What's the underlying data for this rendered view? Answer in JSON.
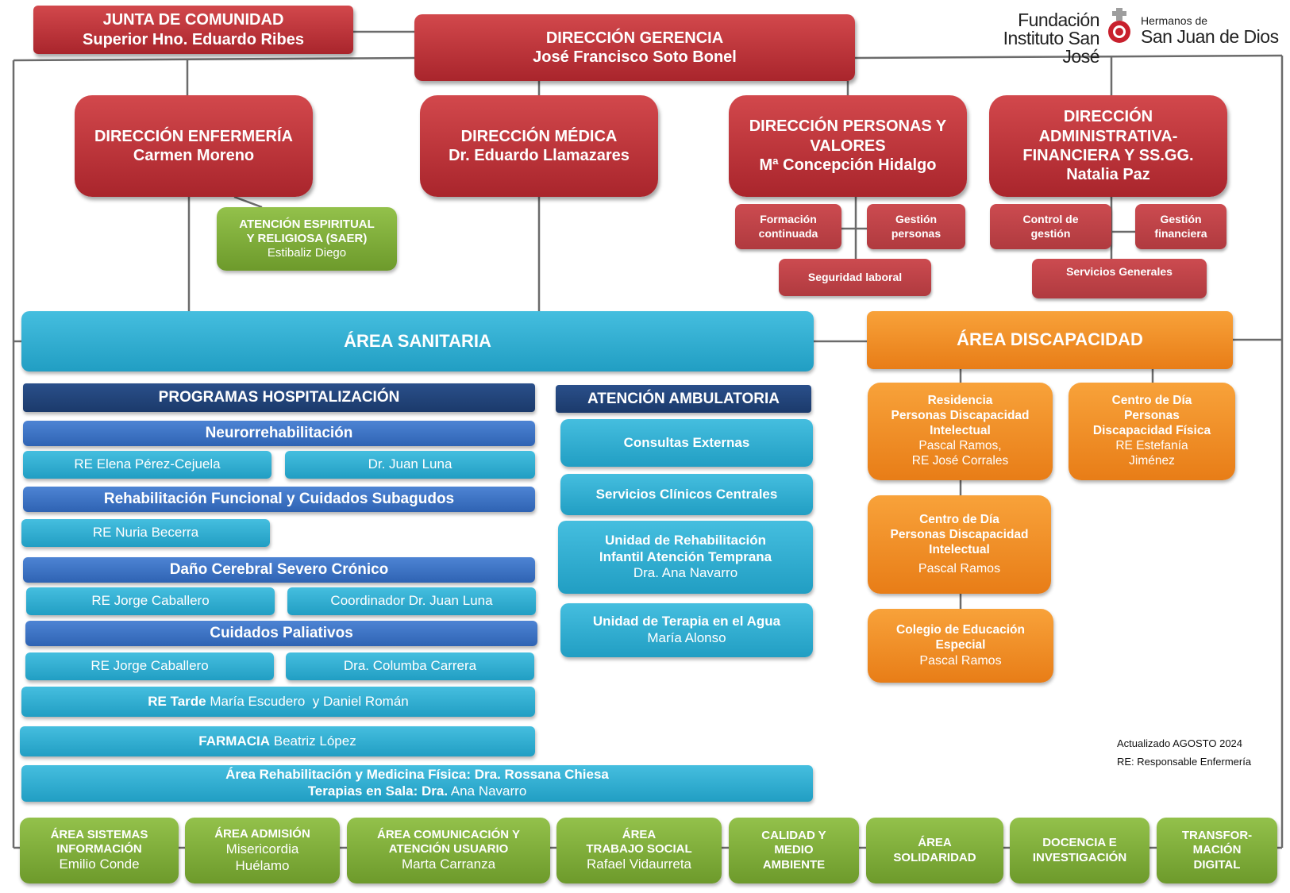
{
  "logo": {
    "left_line1": "Fundación",
    "left_line2": "Instituto San José",
    "right_line1": "Hermanos de",
    "right_line2": "San Juan de Dios",
    "accent_color": "#c8202d"
  },
  "top": {
    "junta_title": "JUNTA DE COMUNIDAD",
    "junta_name": "Superior Hno. Eduardo Ribes",
    "gerencia_title": "DIRECCIÓN GERENCIA",
    "gerencia_name": "José Francisco Soto Bonel"
  },
  "directions": {
    "enfermeria_title": "DIRECCIÓN ENFERMERÍA",
    "enfermeria_name": "Carmen Moreno",
    "medica_title": "DIRECCIÓN MÉDICA",
    "medica_name": "Dr. Eduardo Llamazares",
    "personas_title1": "DIRECCIÓN PERSONAS Y",
    "personas_title2": "VALORES",
    "personas_name": "Mª Concepción Hidalgo",
    "admin_title1": "DIRECCIÓN",
    "admin_title2": "ADMINISTRATIVA-",
    "admin_title3": "FINANCIERA Y SS.GG.",
    "admin_name": "Natalia Paz"
  },
  "saer": {
    "line1": "ATENCIÓN ESPIRITUAL",
    "line2": "Y RELIGIOSA (SAER)",
    "name": "Estibaliz Diego"
  },
  "sub_units": {
    "formacion1": "Formación",
    "formacion2": "continuada",
    "gestion_personas1": "Gestión",
    "gestion_personas2": "personas",
    "seguridad": "Seguridad laboral",
    "control1": "Control de",
    "control2": "gestión",
    "gestion_fin1": "Gestión",
    "gestion_fin2": "financiera",
    "servicios": "Servicios Generales"
  },
  "areas": {
    "sanitaria": "ÁREA SANITARIA",
    "discapacidad": "ÁREA DISCAPACIDAD"
  },
  "hosp": {
    "header": "PROGRAMAS HOSPITALIZACIÓN",
    "neuro": "Neurorrehabilitación",
    "neuro_re": "RE Elena Pérez-Cejuela",
    "neuro_dr": "Dr. Juan Luna",
    "rehab": "Rehabilitación Funcional y Cuidados Subagudos",
    "rehab_re": "RE Nuria Becerra",
    "dano": "Daño Cerebral Severo Crónico",
    "dano_re": "RE Jorge Caballero",
    "dano_coord": "Coordinador Dr. Juan Luna",
    "paliativos": "Cuidados Paliativos",
    "pal_re": "RE Jorge Caballero",
    "pal_dra": "Dra. Columba Carrera",
    "tarde_bold": "RE Tarde",
    "tarde_names": " María Escudero  y Daniel Román",
    "farmacia_bold": "FARMACIA",
    "farmacia_name": " Beatriz López",
    "rehab_med": "Área Rehabilitación y Medicina Física: Dra. Rossana Chiesa",
    "terapias_bold": "Terapias en Sala: Dra.",
    "terapias_name": " Ana Navarro"
  },
  "ambulatoria": {
    "header": "ATENCIÓN AMBULATORIA",
    "consultas": "Consultas Externas",
    "servicios": "Servicios Clínicos Centrales",
    "unidad_rehab1": "Unidad de Rehabilitación",
    "unidad_rehab2": "Infantil Atención Temprana",
    "unidad_rehab_name": "Dra. Ana Navarro",
    "terapia_agua": "Unidad de Terapia en el Agua",
    "terapia_agua_name": "María Alonso"
  },
  "discapacidad": {
    "res1": "Residencia",
    "res2": "Personas Discapacidad",
    "res3": "Intelectual",
    "res_name1": "Pascal Ramos,",
    "res_name2": "RE José Corrales",
    "cdf1": "Centro de Día",
    "cdf2": "Personas",
    "cdf3": "Discapacidad Física",
    "cdf_name1": "RE Estefanía",
    "cdf_name2": "Jiménez",
    "cdi1": "Centro de Día",
    "cdi2": "Personas Discapacidad",
    "cdi3": "Intelectual",
    "cdi_name": "Pascal Ramos",
    "col1": "Colegio de Educación",
    "col2": "Especial",
    "col_name": "Pascal Ramos"
  },
  "notes": {
    "updated": "Actualizado AGOSTO 2024",
    "re": "RE: Responsable Enfermería"
  },
  "bottom": {
    "sistemas1": "ÁREA SISTEMAS",
    "sistemas2": "INFORMACIÓN",
    "sistemas_name": "Emilio Conde",
    "admision1": "ÁREA ADMISIÓN",
    "admision_name1": "Misericordia",
    "admision_name2": "Huélamo",
    "comunicacion1": "ÁREA COMUNICACIÓN Y",
    "comunicacion2": "ATENCIÓN USUARIO",
    "comunicacion_name": "Marta Carranza",
    "trabajo1": "ÁREA",
    "trabajo2": "TRABAJO SOCIAL",
    "trabajo_name": "Rafael Vidaurreta",
    "calidad1": "CALIDAD  Y",
    "calidad2": "MEDIO",
    "calidad3": "AMBIENTE",
    "solidaridad1": "ÁREA",
    "solidaridad2": "SOLIDARIDAD",
    "docencia1": "DOCENCIA E",
    "docencia2": "INVESTIGACIÓN",
    "transform1": "TRANSFOR-",
    "transform2": "MACIÓN",
    "transform3": "DIGITAL"
  }
}
